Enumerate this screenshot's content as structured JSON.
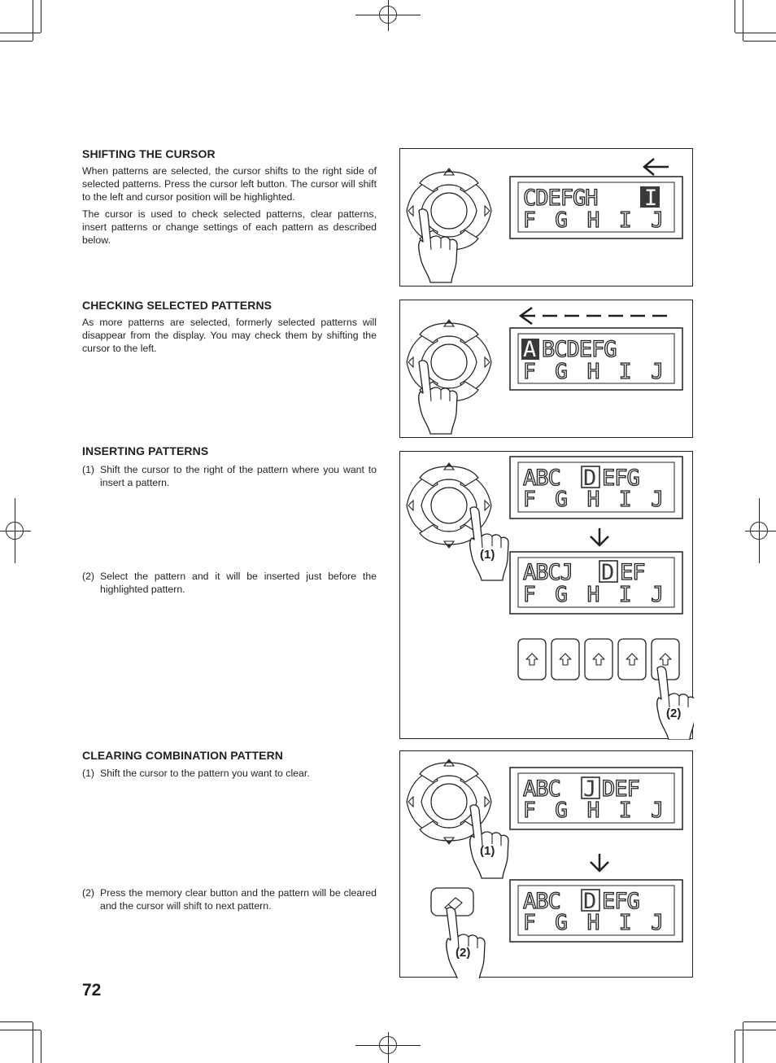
{
  "page_number": "72",
  "sections": {
    "shifting": {
      "title": "SHIFTING THE CURSOR",
      "p1": "When patterns are selected, the cursor shifts to the right side of selected patterns. Press the cursor left button. The cursor will shift to the left and cursor position will be highlighted.",
      "p2": "The cursor is used to check selected patterns, clear patterns, insert patterns or change settings of each pattern as described below."
    },
    "checking": {
      "title": "CHECKING SELECTED PATTERNS",
      "p1": "As more patterns are selected, formerly selected patterns will disappear from the display. You may check them by shifting the cursor to the left."
    },
    "inserting": {
      "title": "INSERTING PATTERNS",
      "step1_num": "(1)",
      "step1": "Shift the cursor to the right of the pattern where you want to insert a pattern.",
      "step2_num": "(2)",
      "step2": "Select the pattern and it will be inserted just before the highlighted pattern."
    },
    "clearing": {
      "title": "CLEARING COMBINATION PATTERN",
      "step1_num": "(1)",
      "step1": "Shift the cursor to the pattern you want to clear.",
      "step2_num": "(2)",
      "step2": "Press the memory clear button and the pattern will be cleared and the cursor will shift to next pattern."
    }
  },
  "figures": {
    "fig1": {
      "top_line": "CDEFGH",
      "top_highlight": "I",
      "bottom_line": "F G H I J"
    },
    "fig2": {
      "top_highlight": "A",
      "top_line": "BCDEFG",
      "bottom_line": "F G H I J"
    },
    "fig3": {
      "lcd1_pre": "ABC",
      "lcd1_highlight": "D",
      "lcd1_post": "EFG",
      "lcd1_bottom": "F G H I J",
      "lcd2_pre": "ABCJ",
      "lcd2_highlight": "D",
      "lcd2_post": "EF",
      "lcd2_bottom": "F G H I J",
      "callout1": "(1)",
      "callout2": "(2)"
    },
    "fig4": {
      "lcd1_pre": "ABC",
      "lcd1_highlight": "J",
      "lcd1_post": "DEF",
      "lcd1_bottom": "F G H I J",
      "lcd2_pre": "ABC",
      "lcd2_highlight": "D",
      "lcd2_post": "EFG",
      "lcd2_bottom": "F G H I J",
      "callout1": "(1)",
      "callout2": "(2)"
    }
  }
}
